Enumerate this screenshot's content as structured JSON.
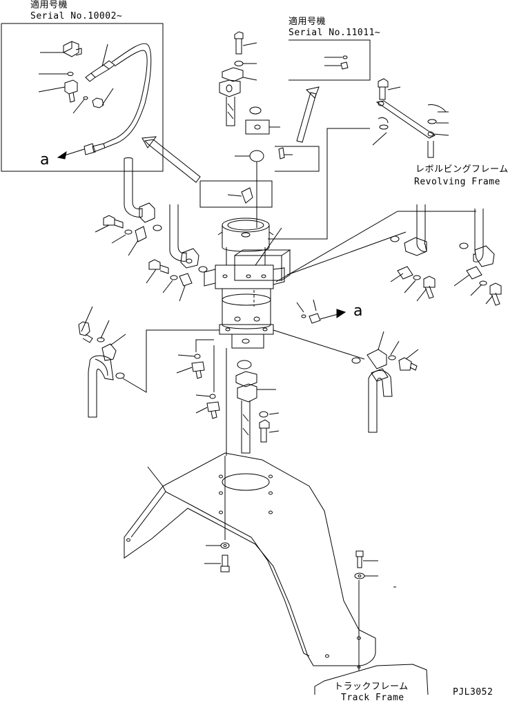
{
  "inset_left": {
    "applicable_models": "適用号機",
    "serial": "Serial No.10002~",
    "view_mark": "a"
  },
  "inset_right": {
    "applicable_models": "適用号機",
    "serial": "Serial No.11011~"
  },
  "revolving_frame": {
    "jp": "レボルビングフレーム",
    "en": "Revolving Frame"
  },
  "track_frame": {
    "jp": "トラックフレーム",
    "en": "Track Frame"
  },
  "view_mark": "a",
  "drawing_code": "PJL3052"
}
